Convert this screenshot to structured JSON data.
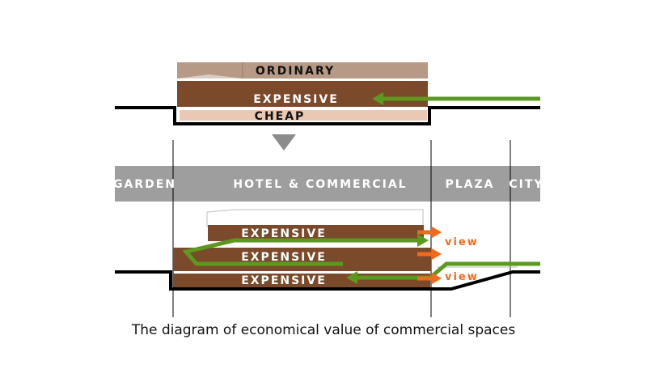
{
  "top_section": {
    "layer_top": "ORDINARY",
    "layer_middle": "EXPENSIVE",
    "layer_bottom": "CHEAP"
  },
  "zones": {
    "garden": "GARDEN",
    "hotel": "HOTEL & COMMERCIAL",
    "plaza": "PLAZA",
    "city": "CITY"
  },
  "bottom_section": {
    "level_upper": "EXPENSIVE",
    "level_middle": "EXPENSIVE",
    "level_lower": "EXPENSIVE",
    "view_label": "view"
  },
  "caption": "The diagram of economical value of commercial spaces",
  "colors": {
    "brown": "#7b4a2b",
    "tan": "#b79a86",
    "cheap": "#e9c9b3",
    "green": "#5b9a1f",
    "orange": "#f26a1b",
    "band": "#9e9e9e"
  }
}
